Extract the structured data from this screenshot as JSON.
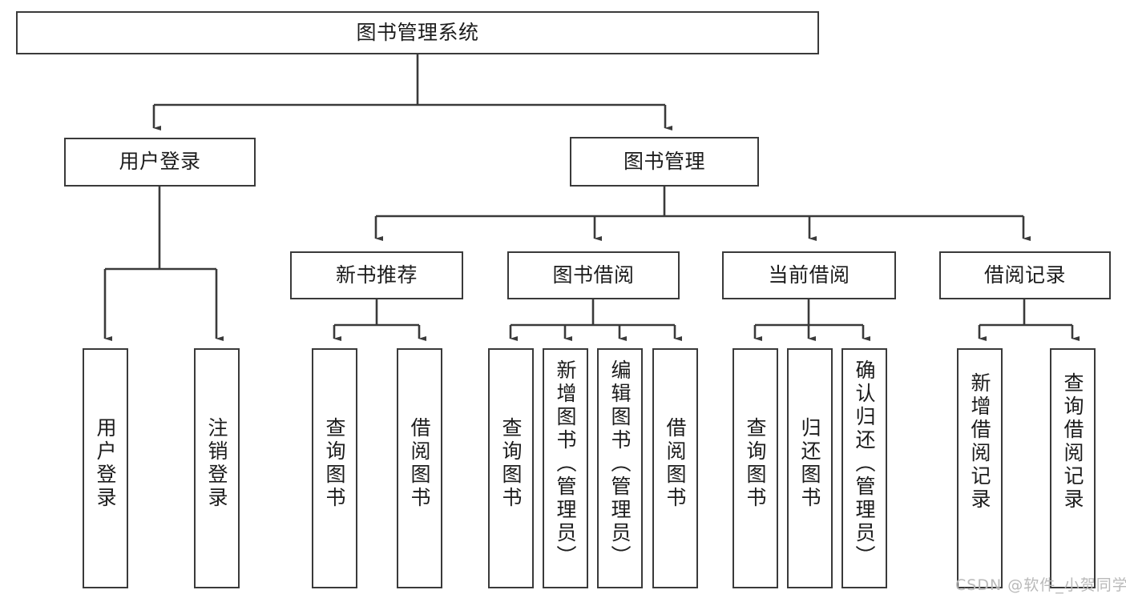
{
  "diagram": {
    "title": "图书管理系统",
    "type": "functional-decomposition-tree",
    "colors": {
      "background": "#ffffff",
      "box_border": "#3a3a3a",
      "box_fill": "#ffffff",
      "connector": "#3a3a3a",
      "text": "#1c1c1c",
      "watermark": "#b9b9b9"
    },
    "root": {
      "label": "图书管理系统"
    },
    "level1": [
      {
        "label": "用户登录"
      },
      {
        "label": "图书管理"
      }
    ],
    "level2": [
      {
        "label": "新书推荐"
      },
      {
        "label": "图书借阅"
      },
      {
        "label": "当前借阅"
      },
      {
        "label": "借阅记录"
      }
    ],
    "leaves": {
      "user_login": [
        {
          "label": "用户登录"
        },
        {
          "label": "注销登录"
        }
      ],
      "new_book_recommend": [
        {
          "label": "查询图书"
        },
        {
          "label": "借阅图书"
        }
      ],
      "book_borrow": [
        {
          "label": "查询图书"
        },
        {
          "label": "新增图书（管理员）"
        },
        {
          "label": "编辑图书（管理员）"
        },
        {
          "label": "借阅图书"
        }
      ],
      "current_borrow": [
        {
          "label": "查询图书"
        },
        {
          "label": "归还图书"
        },
        {
          "label": "确认归还（管理员）"
        }
      ],
      "borrow_record": [
        {
          "label": "新增借阅记录"
        },
        {
          "label": "查询借阅记录"
        }
      ]
    }
  },
  "watermark": {
    "text": "CSDN @软件_小贺同学"
  }
}
